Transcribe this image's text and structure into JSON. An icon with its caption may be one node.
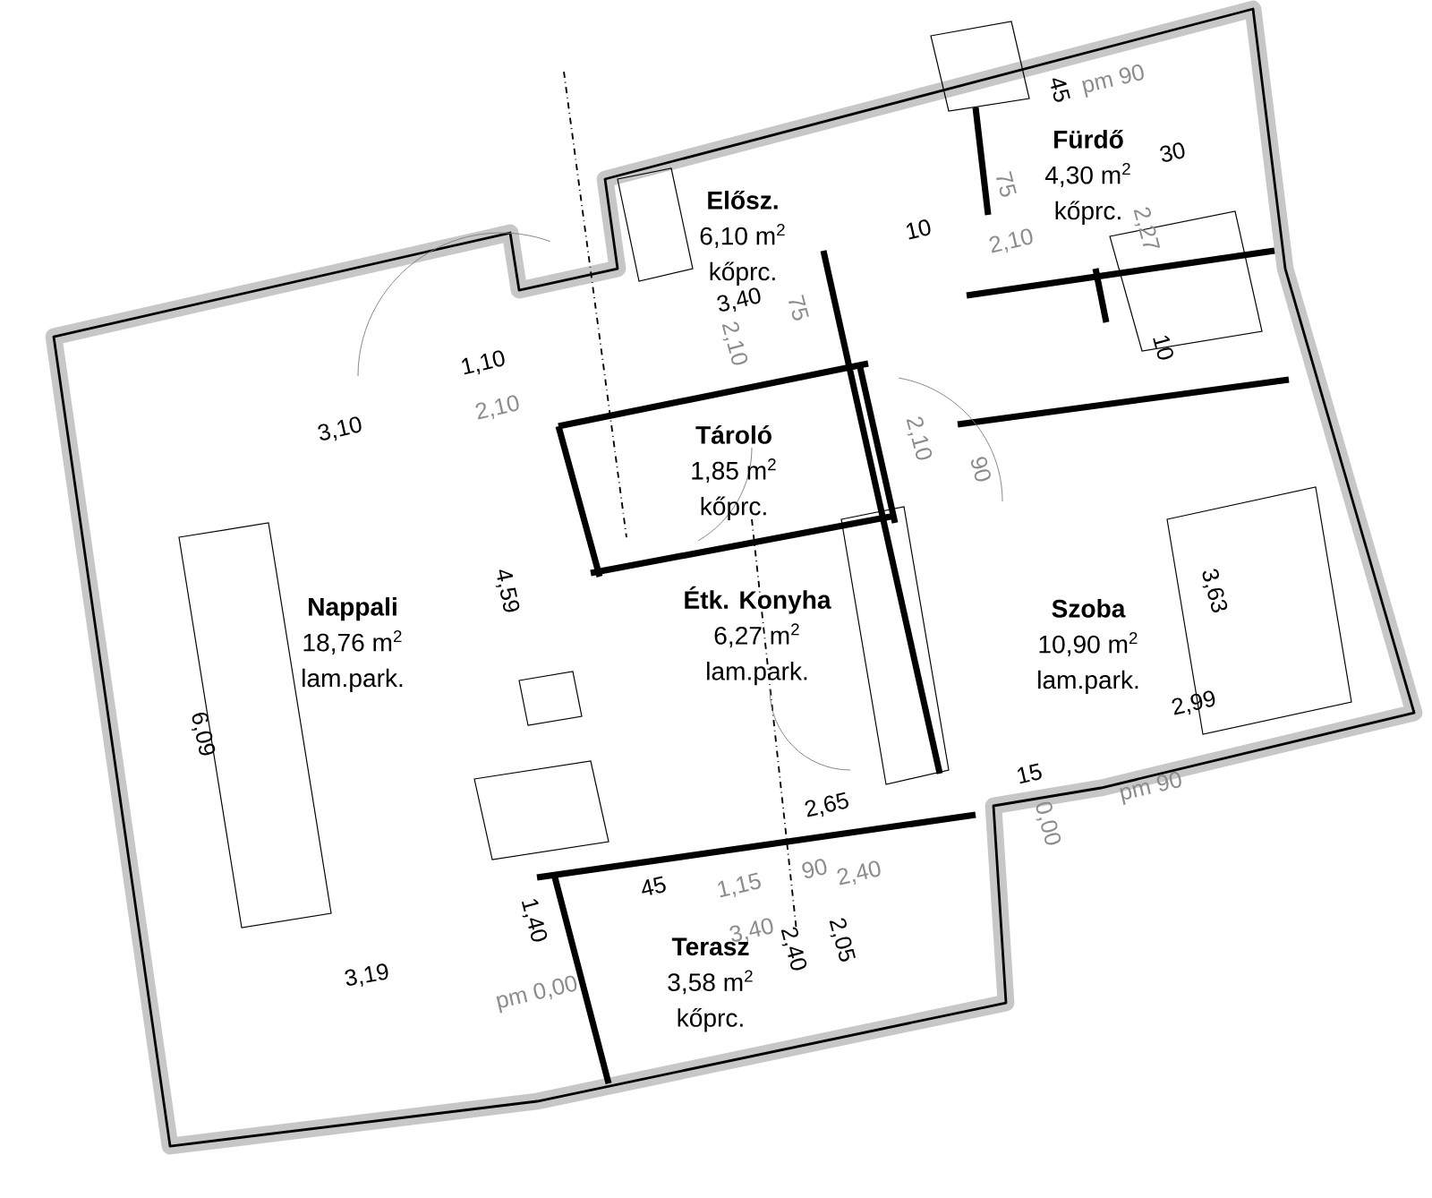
{
  "diagram": {
    "nodes": [
      {
        "text": [
          "Elősz.",
          "6,10 m$^{2}$",
          "kőprc."
        ]
      },
      {
        "text": [
          "Fürdő",
          "4,30 m$^{2}$",
          "kőprc."
        ]
      },
      {
        "text": [
          "Tároló",
          "1,85 m$^{2}$",
          "kőprc."
        ]
      },
      {
        "text": [
          "Nappali",
          "18,76 m$^{2}$",
          "lam.park."
        ]
      },
      {
        "text": [
          "Étk. Konyha",
          "6,27 m$^{2}$",
          "lam.park."
        ]
      },
      {
        "text": [
          "Szoba",
          "10,90 m$^{2}$",
          "lam.park."
        ]
      },
      {
        "text": [
          "Terasz",
          "3,58 m$^{2}$",
          "kőprc."
        ]
      }
    ],
    "labels": [
      "45",
      "pm 90",
      "30",
      "75",
      "2,27",
      "10",
      "2,10",
      "3,40",
      "75",
      "2,10",
      "1,10",
      "2,10",
      "3,10",
      "10",
      "2,10",
      "90",
      "4,59",
      "3,63",
      "6,09",
      "2,99",
      "15",
      "0,00",
      "pm 90",
      "2,65",
      "1,15",
      "90",
      "2,40",
      "45",
      "1,40",
      "pm 0,00",
      "3,40",
      "2,40",
      "2,05",
      "3,19"
    ]
  }
}
